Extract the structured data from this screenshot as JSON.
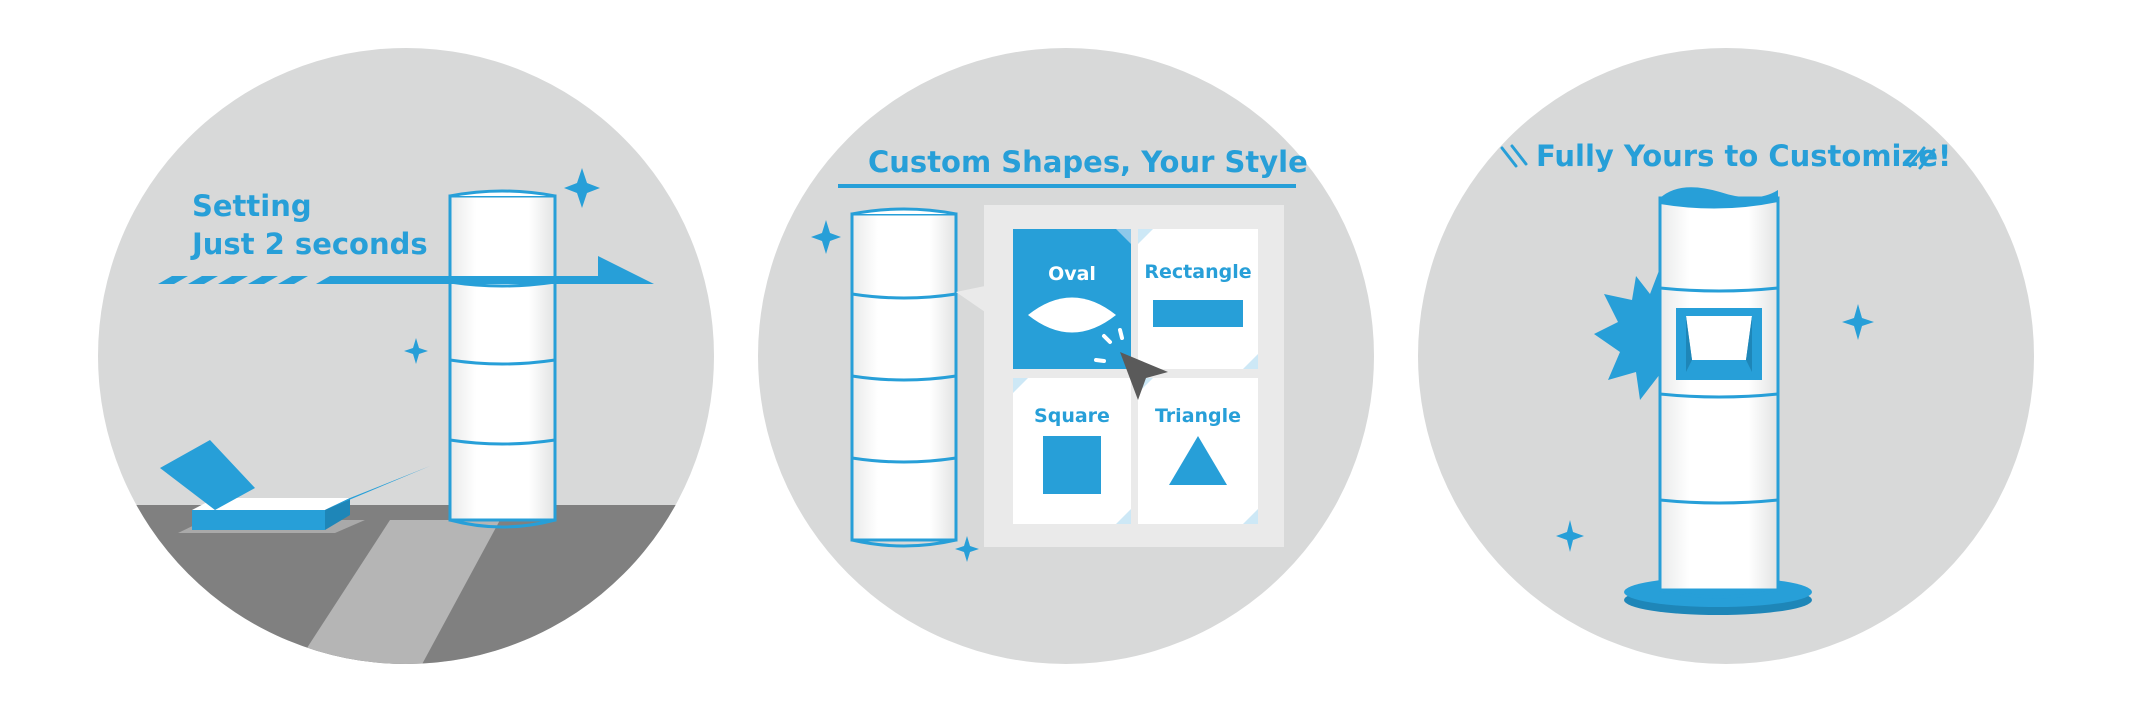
{
  "colors": {
    "brand_blue": "#279fd8",
    "circle_gray": "#d8d9d9",
    "floor_dark": "#808080",
    "floor_light": "#b5b5b5",
    "panel_gray": "#eaeaea",
    "white": "#ffffff",
    "cursor": "#5a5a5a"
  },
  "panel_setting": {
    "line1": "Setting",
    "line2": "Just 2 seconds"
  },
  "panel_shapes": {
    "title": "Custom Shapes, Your Style",
    "options": [
      {
        "label": "Oval",
        "icon": "oval-icon",
        "selected": true
      },
      {
        "label": "Rectangle",
        "icon": "rectangle-icon",
        "selected": false
      },
      {
        "label": "Square",
        "icon": "square-icon",
        "selected": false
      },
      {
        "label": "Triangle",
        "icon": "triangle-icon",
        "selected": false
      }
    ]
  },
  "panel_customize": {
    "title": "Fully Yours to Customize!"
  }
}
